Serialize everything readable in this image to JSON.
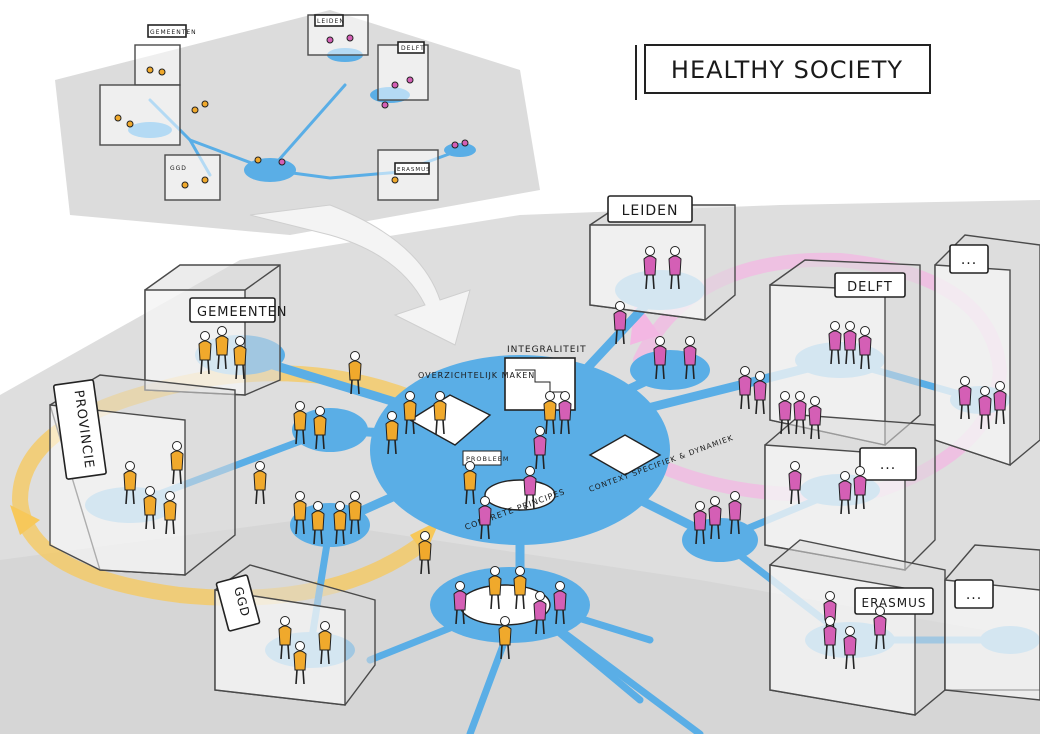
{
  "title": "HEALTHY SOCIETY",
  "main_boxes": {
    "gemeenten": "GEMEENTEN",
    "provincie": "PROVINCIE",
    "ggd": "GGD",
    "leiden": "LEIDEN",
    "delft": "DELFT",
    "erasmus": "ERASMUS",
    "more_right_top": "...",
    "more_right_mid": "...",
    "more_right_bottom": "..."
  },
  "mini_boxes": {
    "gemeenten": "GEMEENTEN",
    "leiden": "LEIDEN",
    "delft": "DELFT",
    "erasmus": "ERASMUS",
    "ggd": "GGD"
  },
  "hub_notes": {
    "overzicht": "OVERZICHTELIJK MAKEN",
    "integraliteit": "INTEGRALITEIT",
    "concrete": "CONCRETE PRINCIPES",
    "context": "CONTEXT SPECIFIEK & DYNAMIEK",
    "probleem": "PROBLEEM"
  },
  "colors": {
    "orange_people": "#f0a92c",
    "pink_people": "#d45fb5",
    "network_blue": "#5aaee6",
    "orange_arrow": "#f7c85a",
    "pink_arrow": "#f3b7e3",
    "floor": "#d9d9d9"
  }
}
